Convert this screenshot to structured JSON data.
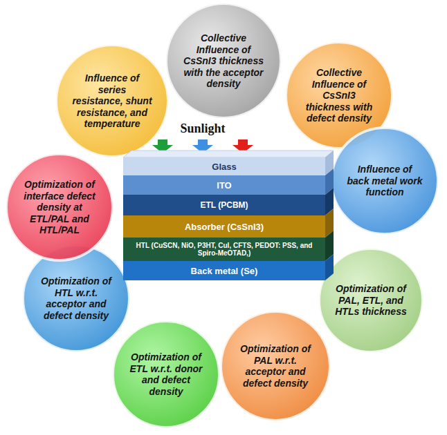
{
  "diagram": {
    "nodes": [
      {
        "text": [
          "Collective Influence of CsSnI3 thickness with the acceptor density"
        ]
      },
      {
        "text": [
          "Collective Influence of CsSnI3 thickness with defect density"
        ]
      },
      {
        "text": [
          "Influence of back metal work function"
        ]
      },
      {
        "text": [
          "Optimization of PAL, ETL, and HTLs thickness"
        ]
      },
      {
        "text": [
          "Optimization of PAL w.r.t. acceptor and defect density"
        ]
      },
      {
        "text": [
          "Optimization of ETL w.r.t. donor and defect density"
        ]
      },
      {
        "text": [
          "Optimization of HTL w.r.t. acceptor and defect density"
        ]
      },
      {
        "text": [
          "Optimization of interface defect density at ETL/PAL and HTL/PAL"
        ]
      },
      {
        "text": [
          "Influence of series resistance, shunt resistance, and temperature"
        ]
      },
      {
        "text": [
          "Glass"
        ]
      },
      {
        "text": [
          "ITO"
        ]
      },
      {
        "text": [
          "ETL (PCBM)"
        ]
      },
      {
        "text": [
          "Absorber (CsSnI3)"
        ]
      },
      {
        "text": [
          "HTL (CuSCN, NiO, P3HT, CuI, CFTS, PEDOT: PSS, and Spiro-MeOTAD,)"
        ]
      },
      {
        "text": [
          "Back metal (Se)"
        ]
      }
    ],
    "labels": [
      "Sunlight"
    ]
  }
}
